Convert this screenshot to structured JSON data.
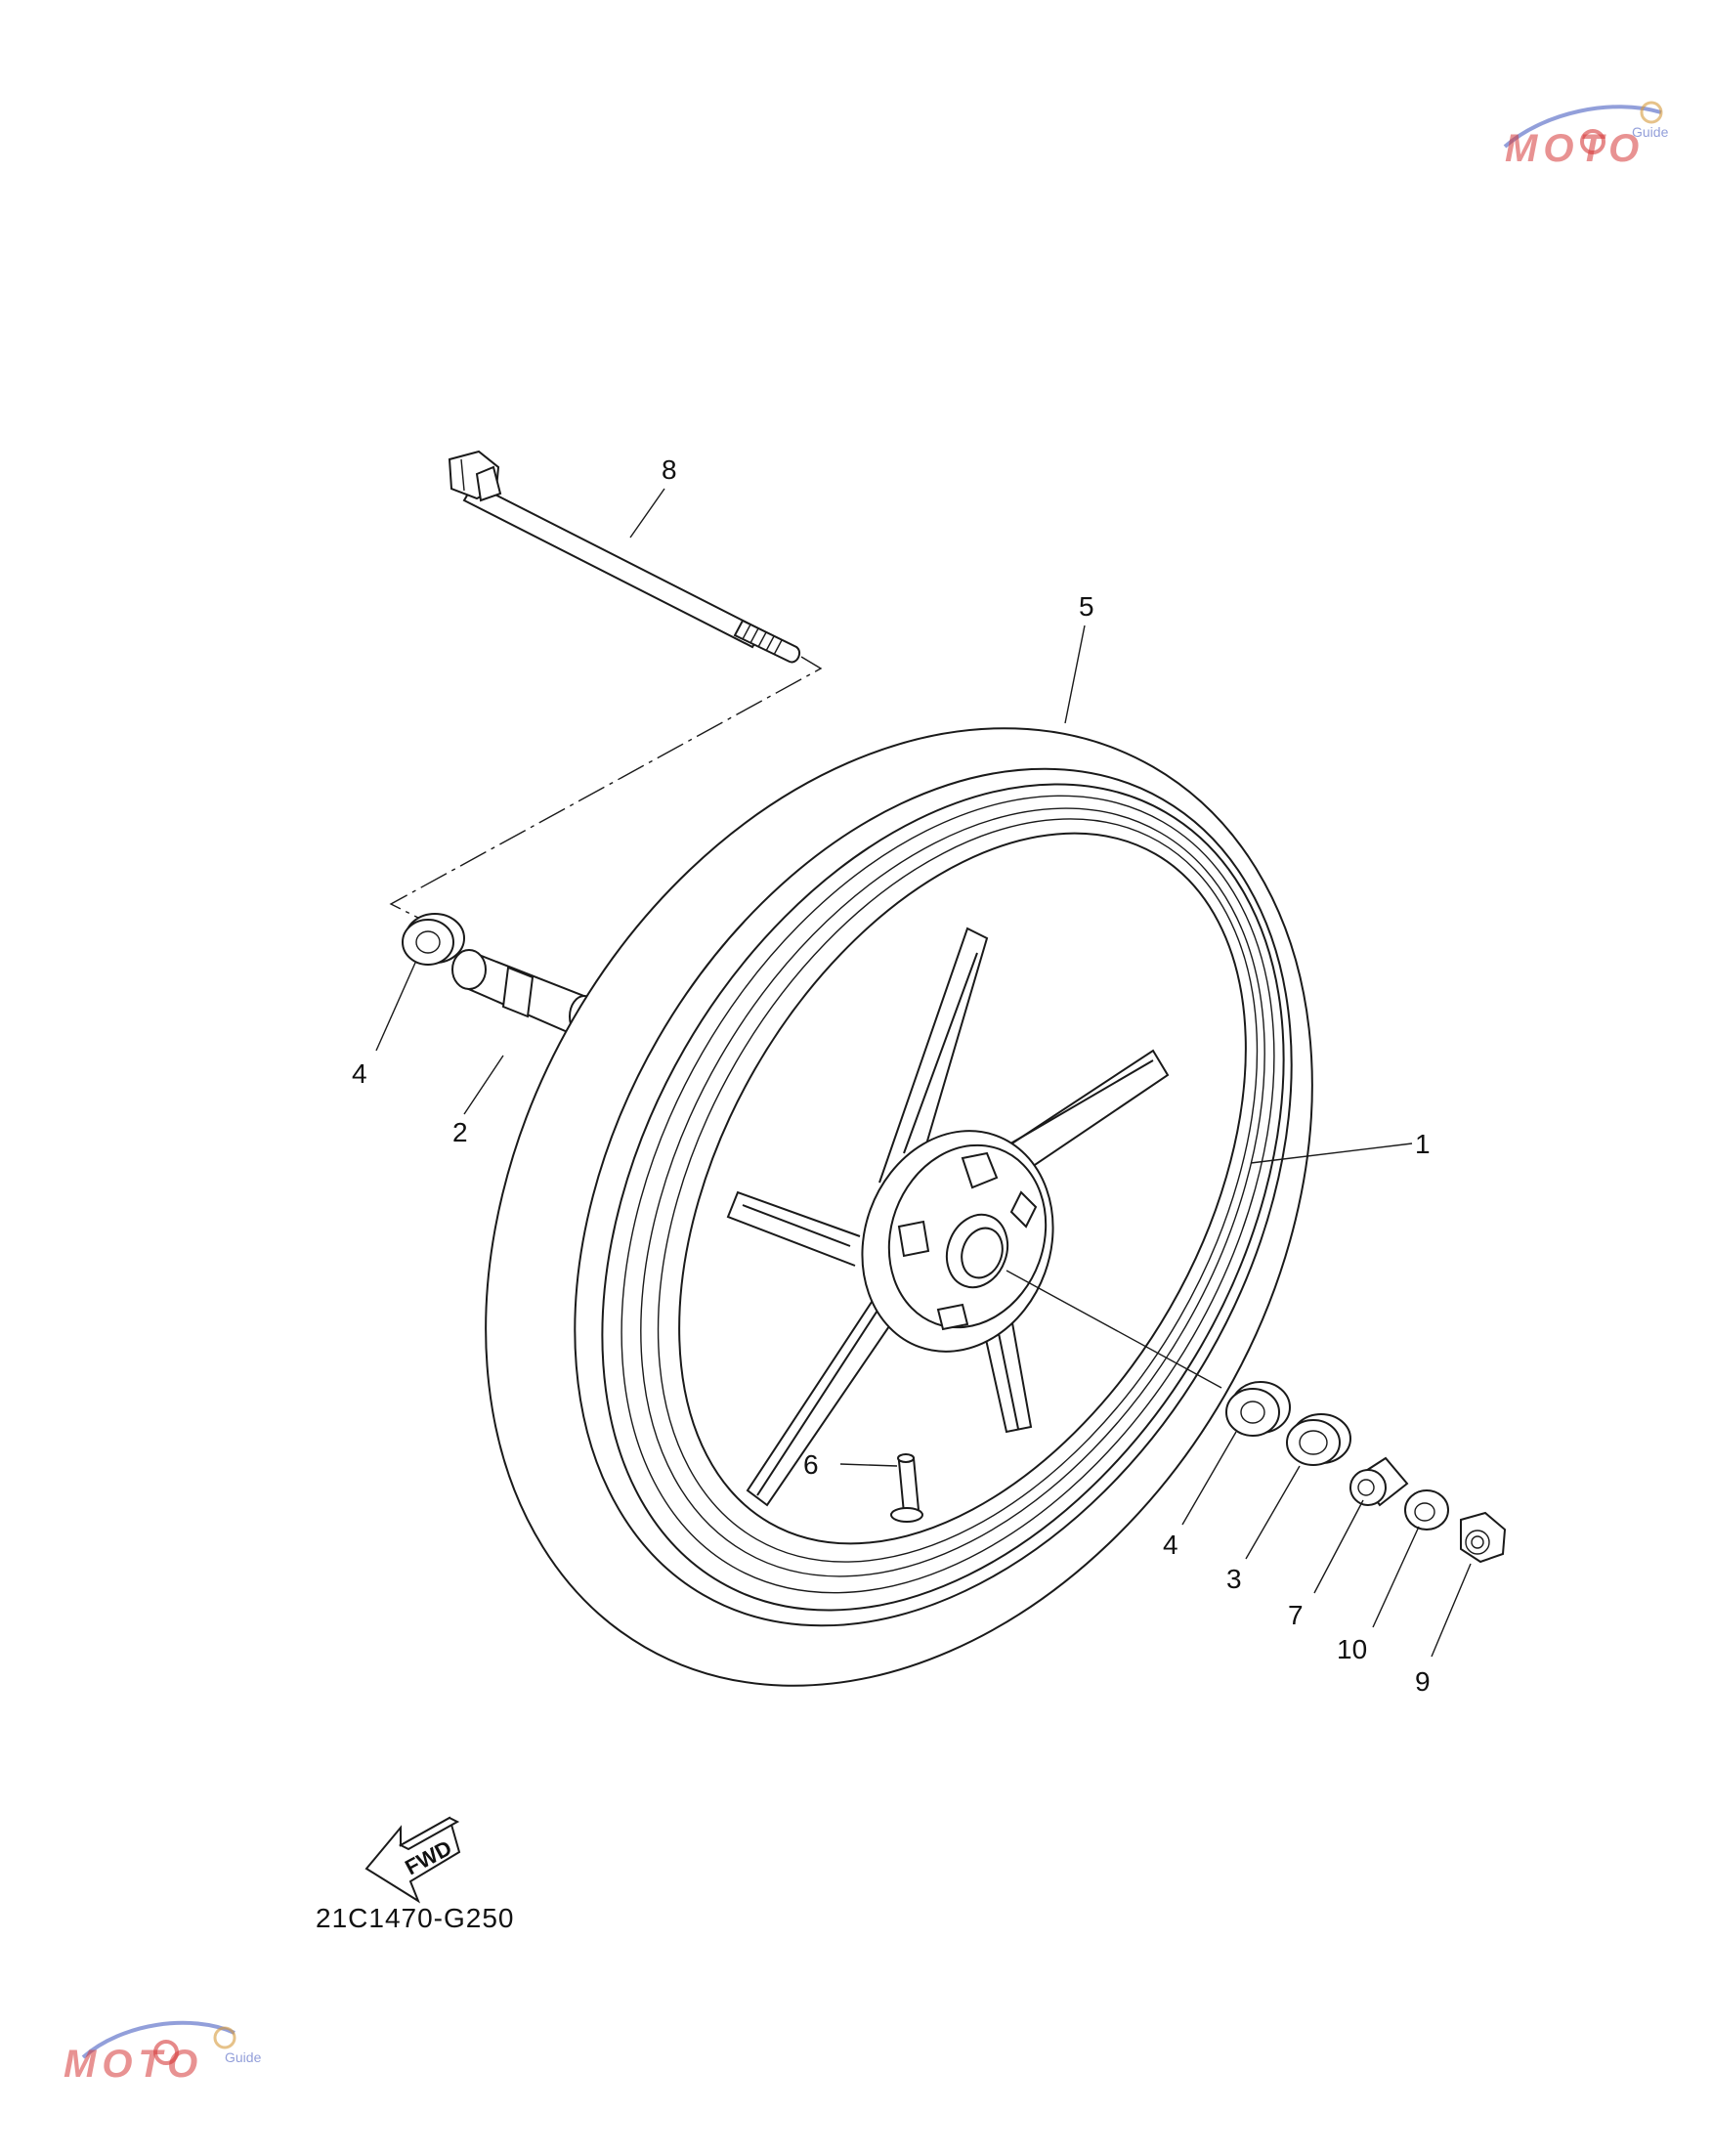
{
  "diagram": {
    "drawing_code": "21C1470-G250",
    "fwd_label": "FWD",
    "watermark_brand": "MOTO",
    "watermark_sub": "Guide",
    "callouts": [
      "8",
      "5",
      "4",
      "2",
      "1",
      "6",
      "4",
      "3",
      "7",
      "10",
      "9"
    ],
    "colors": {
      "line": "#1a1a1a",
      "watermark_red": "#d63a3a",
      "watermark_blue": "#4a5fc1"
    }
  }
}
